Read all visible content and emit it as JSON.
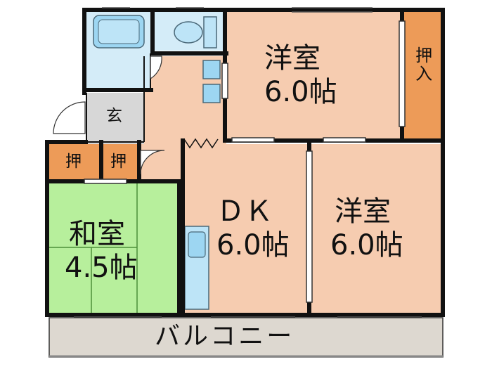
{
  "rooms": {
    "western_upper": {
      "name": "洋室",
      "size": "6.0帖"
    },
    "western_lower": {
      "name": "洋室",
      "size": "6.0帖"
    },
    "dk": {
      "name": "ＤＫ",
      "size": "6.0帖"
    },
    "japanese": {
      "name": "和室",
      "size": "4.5帖"
    },
    "closet_right": "押入",
    "closet_left_1": "押",
    "closet_left_2": "押",
    "entrance": "玄",
    "balcony": "バルコニー"
  },
  "colors": {
    "wood_floor": "#f6ccb0",
    "tatami": "#b7ef9c",
    "closet": "#ed9b58",
    "wet_area": "#d4ecf8",
    "balcony": "#ddd8d0",
    "entrance": "#d7d7d7",
    "wall": "#111111"
  }
}
